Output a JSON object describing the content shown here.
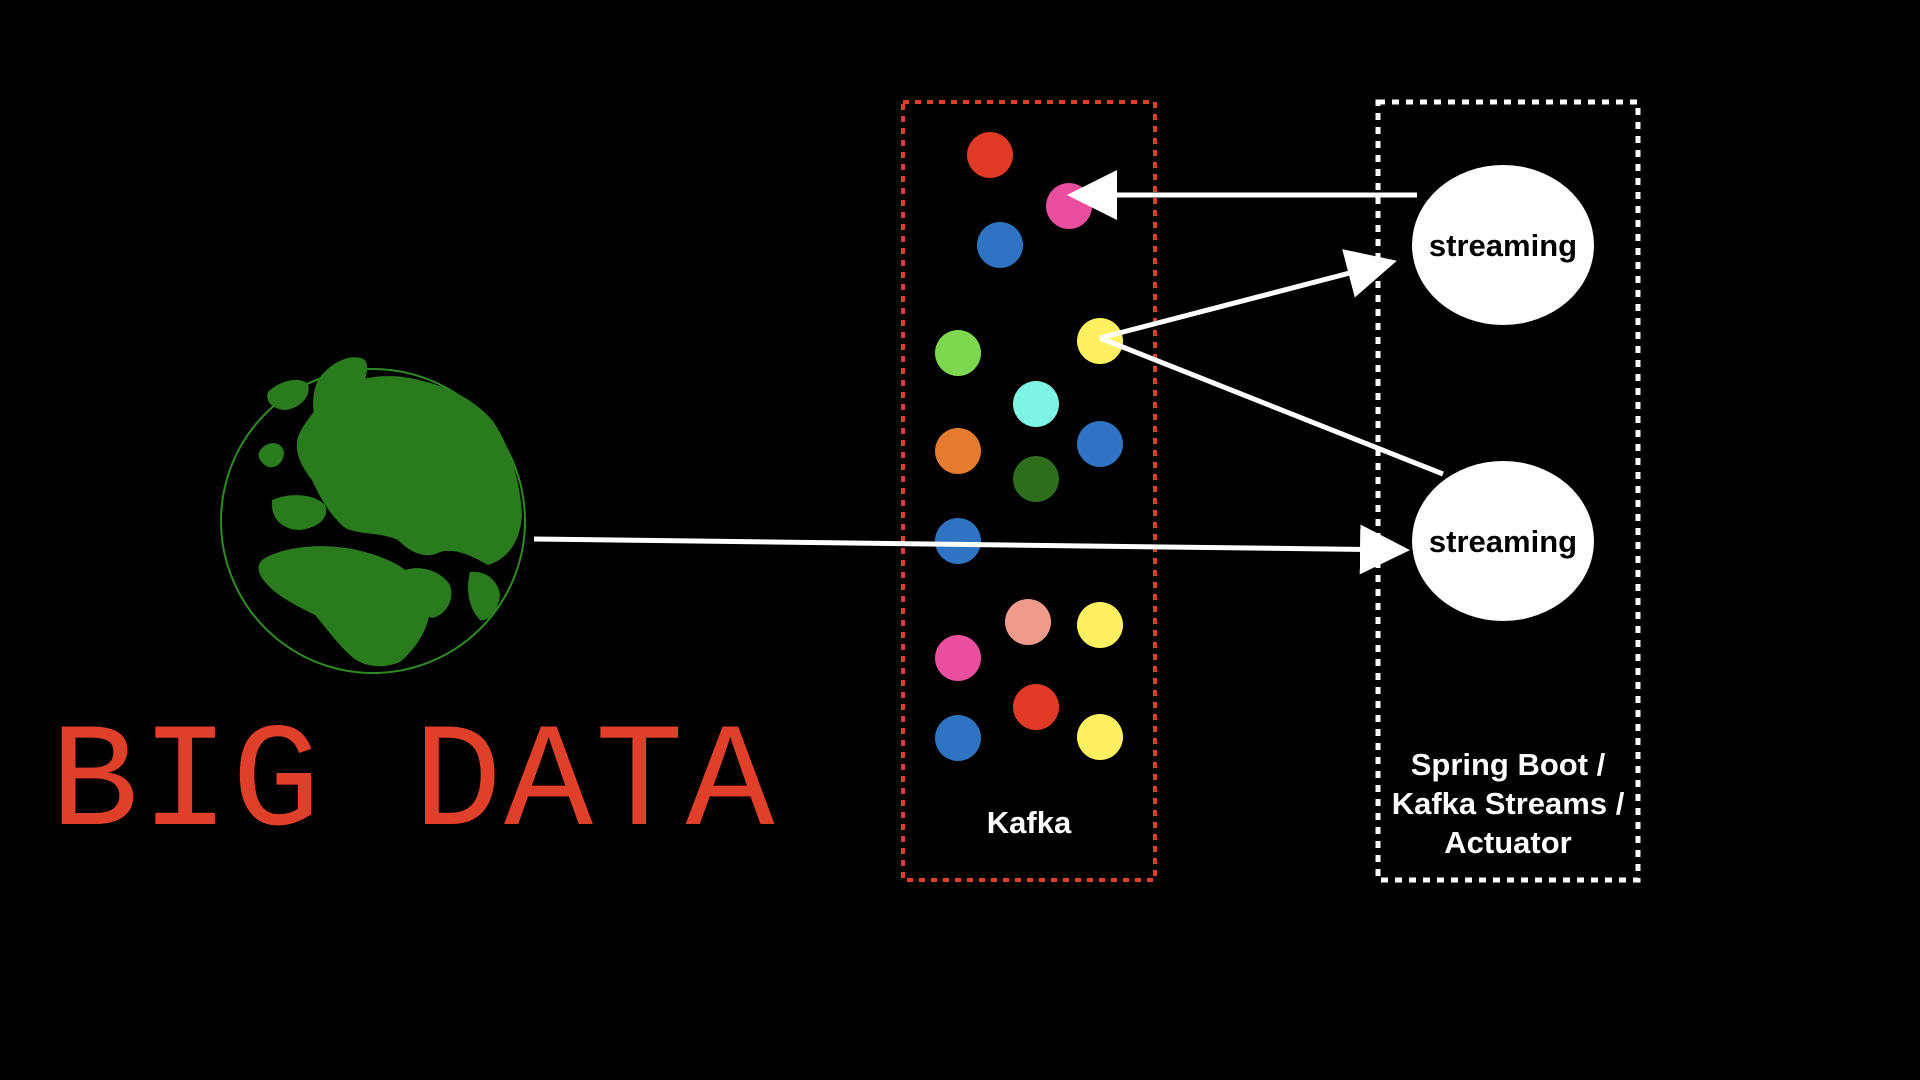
{
  "title": {
    "text": "BIG DATA",
    "color": "#e0402a"
  },
  "globe": {
    "ocean_color": "#000000",
    "land_color": "#2a7a1e",
    "outline_color": "#2e8b22"
  },
  "kafka": {
    "label": "Kafka",
    "border_color": "#e0402a",
    "messages": [
      {
        "color": "#e03a26"
      },
      {
        "color": "#ea4f9f"
      },
      {
        "color": "#2e74c2"
      },
      {
        "color": "#fff061"
      },
      {
        "color": "#7ed84f"
      },
      {
        "color": "#80f4e4"
      },
      {
        "color": "#e47b30"
      },
      {
        "color": "#2e74c2"
      },
      {
        "color": "#2e6e1c"
      },
      {
        "color": "#2e74c2"
      },
      {
        "color": "#f09a8c"
      },
      {
        "color": "#fff061"
      },
      {
        "color": "#ea4f9f"
      },
      {
        "color": "#e03a26"
      },
      {
        "color": "#2e74c2"
      },
      {
        "color": "#fff061"
      }
    ]
  },
  "app": {
    "label": "Spring Boot / Kafka Streams / Actuator",
    "label_lines": [
      "Spring Boot /",
      "Kafka Streams /",
      "Actuator"
    ],
    "border_color": "#ffffff"
  },
  "nodes": [
    {
      "label": "streaming",
      "fill": "#ffffff",
      "text_color": "#000000"
    },
    {
      "label": "streaming",
      "fill": "#ffffff",
      "text_color": "#000000"
    }
  ],
  "edge_color": "#ffffff"
}
